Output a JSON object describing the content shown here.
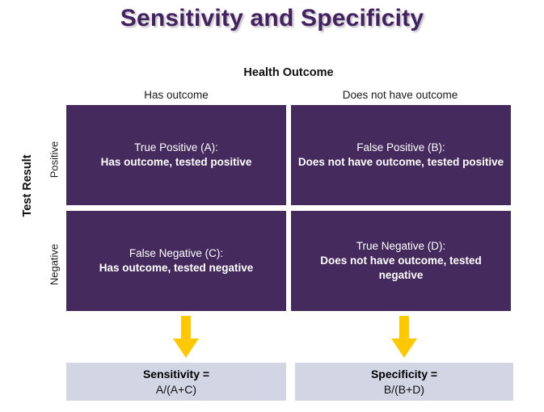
{
  "title": "Sensitivity and Specificity",
  "colors": {
    "title": "#442261",
    "matrix_cell": "#452a5e",
    "arrow": "#FFC800",
    "result_box": "#d2d5e4",
    "background": "#FFFFFF"
  },
  "columns": {
    "group_title": "Health Outcome",
    "left_label": "Has outcome",
    "right_label": "Does not have outcome"
  },
  "rows": {
    "group_title": "Test Result",
    "top_label": "Positive",
    "bottom_label": "Negative"
  },
  "matrix": {
    "cells": [
      {
        "id": "true-positive",
        "line1": "True Positive (A):",
        "line2": "Has outcome, tested positive"
      },
      {
        "id": "false-positive",
        "line1": "False Positive (B):",
        "line2": "Does not have outcome, tested positive"
      },
      {
        "id": "false-negative",
        "line1": "False Negative (C):",
        "line2": "Has outcome, tested negative"
      },
      {
        "id": "true-negative",
        "line1": "True Negative (D):",
        "line2": "Does not have outcome, tested negative"
      }
    ]
  },
  "results": [
    {
      "id": "sensitivity",
      "title": "Sensitivity =",
      "formula": "A/(A+C)"
    },
    {
      "id": "specificity",
      "title": "Specificity =",
      "formula": "B/(B+D)"
    }
  ],
  "arrows": [
    {
      "id": "sensitivity-arrow",
      "direction": "down"
    },
    {
      "id": "specificity-arrow",
      "direction": "down"
    }
  ]
}
